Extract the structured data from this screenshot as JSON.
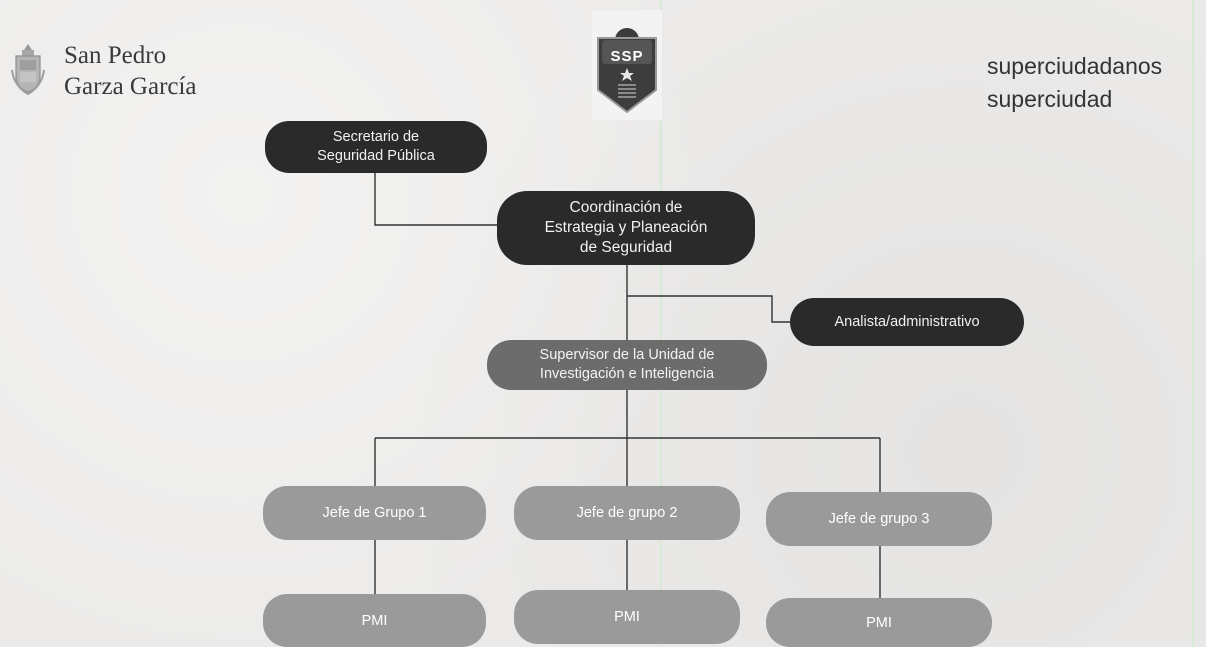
{
  "header": {
    "municipality_name": "San Pedro\nGarza García",
    "badge_text": "SSP",
    "tagline_line1": "superciudadanos",
    "tagline_line2": "superciudad"
  },
  "org_chart": {
    "secretario": "Secretario de\nSeguridad Pública",
    "coordinacion": "Coordinación de\nEstrategia y Planeación\nde Seguridad",
    "analista": "Analista/administrativo",
    "supervisor": "Supervisor de la Unidad de\nInvestigación e Inteligencia",
    "jefes": [
      "Jefe de Grupo 1",
      "Jefe de grupo 2",
      "Jefe de grupo 3"
    ],
    "pmi": [
      "PMI",
      "PMI",
      "PMI"
    ]
  },
  "colors": {
    "dark_node": "#2a2a2a",
    "supervisor_node": "#6c6c6c",
    "group_node": "#9a9a9a",
    "connector": "#333333"
  }
}
